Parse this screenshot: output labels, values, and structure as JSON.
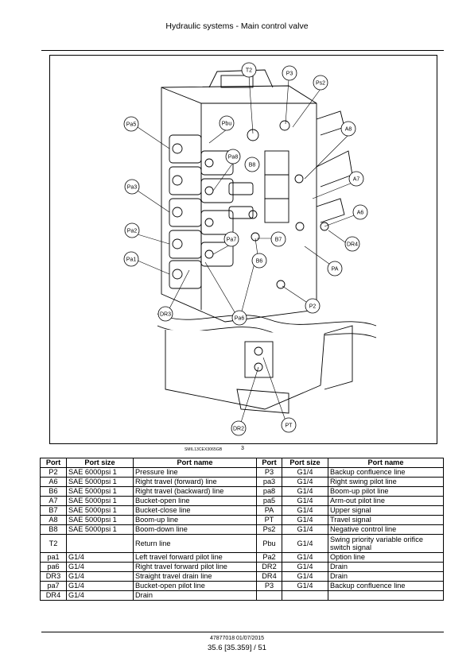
{
  "header": {
    "title": "Hydraulic systems - Main control valve"
  },
  "figure": {
    "caption_code": "SMIL13CEX3065GB",
    "caption_num": "3",
    "labels": [
      "T2",
      "P3",
      "Ps2",
      "Pa5",
      "Pbu",
      "A8",
      "Pa8",
      "B8",
      "A7",
      "Pa3",
      "A6",
      "Pa2",
      "B7",
      "Pa7",
      "DR4",
      "Pa1",
      "B6",
      "PA",
      "P2",
      "DR3",
      "Pa6",
      "DR2",
      "PT"
    ]
  },
  "table": {
    "headers": [
      "Port",
      "Port size",
      "Port name",
      "Port",
      "Port size",
      "Port name"
    ],
    "rows": [
      [
        "P2",
        "SAE 6000psi 1",
        "Pressure line",
        "P3",
        "G1/4",
        "Backup confluence line"
      ],
      [
        "A6",
        "SAE 5000psi 1",
        "Right travel (forward) line",
        "pa3",
        "G1/4",
        "Right swing pilot line"
      ],
      [
        "B6",
        "SAE 5000psi 1",
        "Right travel (backward) line",
        "pa8",
        "G1/4",
        "Boom-up pilot line"
      ],
      [
        "A7",
        "SAE 5000psi 1",
        "Bucket-open line",
        "pa5",
        "G1/4",
        "Arm-out pilot line"
      ],
      [
        "B7",
        "SAE 5000psi 1",
        "Bucket-close line",
        "PA",
        "G1/4",
        "Upper signal"
      ],
      [
        "A8",
        "SAE 5000psi 1",
        "Boom-up line",
        "PT",
        "G1/4",
        "Travel signal"
      ],
      [
        "B8",
        "SAE 5000psi 1",
        "Boom-down line",
        "Ps2",
        "G1/4",
        "Negative control line"
      ],
      [
        "T2",
        "",
        "Return line",
        "Pbu",
        "G1/4",
        "Swing priority variable orifice switch signal"
      ],
      [
        "pa1",
        "G1/4",
        "Left travel forward pilot line",
        "Pa2",
        "G1/4",
        "Option line"
      ],
      [
        "pa6",
        "G1/4",
        "Right travel forward pilot line",
        "DR2",
        "G1/4",
        "Drain"
      ],
      [
        "DR3",
        "G1/4",
        "Straight travel drain line",
        "DR4",
        "G1/4",
        "Drain"
      ],
      [
        "pa7",
        "G1/4",
        "Bucket-open pilot line",
        "P3",
        "G1/4",
        "Backup confluence line"
      ],
      [
        "DR4",
        "G1/4",
        "Drain",
        "",
        "",
        ""
      ]
    ]
  },
  "footer": {
    "doc_id": "47877018 01/07/2015",
    "page": "35.6 [35.359] / 51"
  }
}
